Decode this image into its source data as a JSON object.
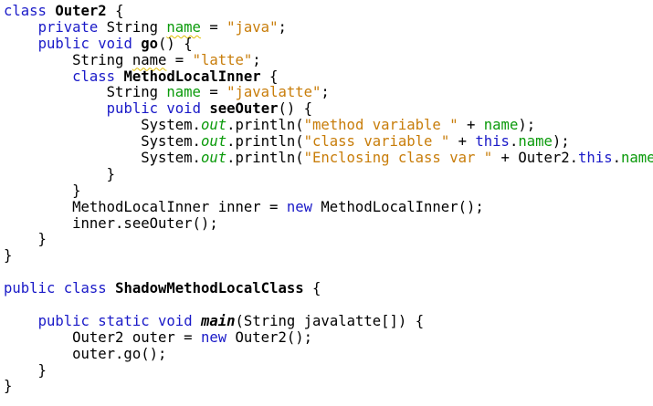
{
  "editor": {
    "language": "java",
    "colors": {
      "keyword": "#1a1ac8",
      "string": "#c87d0a",
      "field": "#0a9a0a",
      "warning_underline": "#e0c000",
      "text": "#000000",
      "background": "#ffffff"
    },
    "lines": [
      [
        {
          "t": "class",
          "c": "kw"
        },
        {
          "t": " "
        },
        {
          "t": "Outer2",
          "c": "bold"
        },
        {
          "t": " {"
        }
      ],
      [
        {
          "t": "    "
        },
        {
          "t": "private",
          "c": "kw"
        },
        {
          "t": " String "
        },
        {
          "t": "name",
          "c": "fld warn"
        },
        {
          "t": " = "
        },
        {
          "t": "\"java\"",
          "c": "str"
        },
        {
          "t": ";"
        }
      ],
      [
        {
          "t": "    "
        },
        {
          "t": "public",
          "c": "kw"
        },
        {
          "t": " "
        },
        {
          "t": "void",
          "c": "kw"
        },
        {
          "t": " "
        },
        {
          "t": "go",
          "c": "bold"
        },
        {
          "t": "() {"
        }
      ],
      [
        {
          "t": "        String "
        },
        {
          "t": "name",
          "c": "warn"
        },
        {
          "t": " = "
        },
        {
          "t": "\"latte\"",
          "c": "str"
        },
        {
          "t": ";"
        }
      ],
      [
        {
          "t": "        "
        },
        {
          "t": "class",
          "c": "kw"
        },
        {
          "t": " "
        },
        {
          "t": "MethodLocalInner",
          "c": "bold"
        },
        {
          "t": " {"
        }
      ],
      [
        {
          "t": "            String "
        },
        {
          "t": "name",
          "c": "fld"
        },
        {
          "t": " = "
        },
        {
          "t": "\"javalatte\"",
          "c": "str"
        },
        {
          "t": ";"
        }
      ],
      [
        {
          "t": "            "
        },
        {
          "t": "public",
          "c": "kw"
        },
        {
          "t": " "
        },
        {
          "t": "void",
          "c": "kw"
        },
        {
          "t": " "
        },
        {
          "t": "seeOuter",
          "c": "bold"
        },
        {
          "t": "() {"
        }
      ],
      [
        {
          "t": "                System."
        },
        {
          "t": "out",
          "c": "static-fld"
        },
        {
          "t": ".println("
        },
        {
          "t": "\"method variable \"",
          "c": "str"
        },
        {
          "t": " + "
        },
        {
          "t": "name",
          "c": "fld"
        },
        {
          "t": ");"
        }
      ],
      [
        {
          "t": "                System."
        },
        {
          "t": "out",
          "c": "static-fld"
        },
        {
          "t": ".println("
        },
        {
          "t": "\"class variable \"",
          "c": "str"
        },
        {
          "t": " + "
        },
        {
          "t": "this",
          "c": "kw"
        },
        {
          "t": "."
        },
        {
          "t": "name",
          "c": "fld"
        },
        {
          "t": ");"
        }
      ],
      [
        {
          "t": "                System."
        },
        {
          "t": "out",
          "c": "static-fld"
        },
        {
          "t": ".println("
        },
        {
          "t": "\"Enclosing class var \"",
          "c": "str"
        },
        {
          "t": " + Outer2."
        },
        {
          "t": "this",
          "c": "kw"
        },
        {
          "t": "."
        },
        {
          "t": "name",
          "c": "fld"
        },
        {
          "t": ");"
        }
      ],
      [
        {
          "t": "            }"
        }
      ],
      [
        {
          "t": "        }"
        }
      ],
      [
        {
          "t": "        MethodLocalInner inner = "
        },
        {
          "t": "new",
          "c": "kw"
        },
        {
          "t": " MethodLocalInner();"
        }
      ],
      [
        {
          "t": "        inner.seeOuter();"
        }
      ],
      [
        {
          "t": "    }"
        }
      ],
      [
        {
          "t": "}"
        }
      ],
      [
        {
          "t": ""
        }
      ],
      [
        {
          "t": "public",
          "c": "kw"
        },
        {
          "t": " "
        },
        {
          "t": "class",
          "c": "kw"
        },
        {
          "t": " "
        },
        {
          "t": "ShadowMethodLocalClass",
          "c": "bold"
        },
        {
          "t": " {"
        }
      ],
      [
        {
          "t": ""
        }
      ],
      [
        {
          "t": "    "
        },
        {
          "t": "public",
          "c": "kw"
        },
        {
          "t": " "
        },
        {
          "t": "static",
          "c": "kw"
        },
        {
          "t": " "
        },
        {
          "t": "void",
          "c": "kw"
        },
        {
          "t": " "
        },
        {
          "t": "main",
          "c": "bold-italic"
        },
        {
          "t": "(String javalatte[]) {"
        }
      ],
      [
        {
          "t": "        Outer2 outer = "
        },
        {
          "t": "new",
          "c": "kw"
        },
        {
          "t": " Outer2();"
        }
      ],
      [
        {
          "t": "        outer.go();"
        }
      ],
      [
        {
          "t": "    }"
        }
      ],
      [
        {
          "t": "}"
        }
      ]
    ]
  }
}
